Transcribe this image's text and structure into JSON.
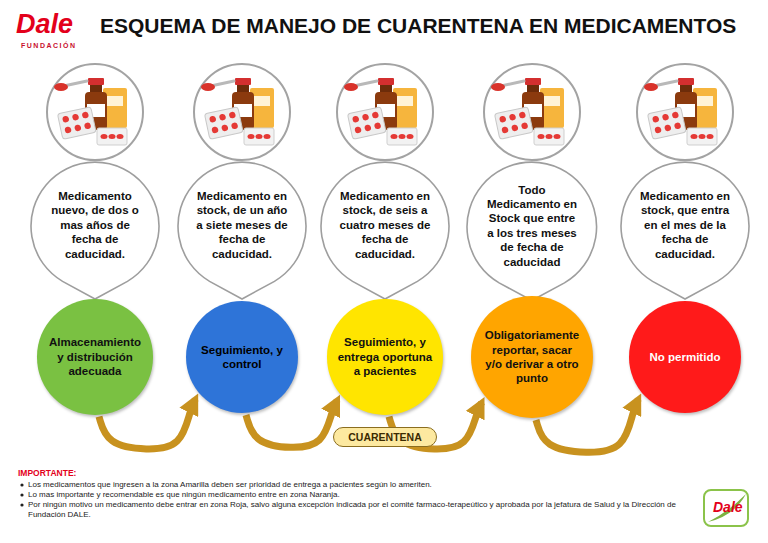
{
  "diagram": {
    "title": "ESQUEMA DE MANEJO DE CUARENTENA EN MEDICAMENTOS",
    "nodes": [
      {
        "text": [
          "Medicamento nuevo, de dos o mas años de fecha de caducidad."
        ]
      },
      {
        "text": [
          "Medicamento en stock, de un año a siete meses de fecha de caducidad."
        ]
      },
      {
        "text": [
          "Medicamento en stock, de seis a cuatro meses de fecha de caducidad."
        ]
      },
      {
        "text": [
          "Todo Medicamento en Stock que entre a los tres meses de fecha de caducidad"
        ]
      },
      {
        "text": [
          "Medicamento en stock, que entra en el mes de la fecha de caducidad."
        ]
      },
      {
        "text": [
          "Almacenamiento y distribución adecuada"
        ]
      },
      {
        "text": [
          "Seguimiento, y control"
        ]
      },
      {
        "text": [
          "Seguimiento, y entrega oportuna a pacientes"
        ]
      },
      {
        "text": [
          "Obligatoriamente reportar, sacar y/o derivar a otro punto"
        ]
      },
      {
        "text": [
          "No permitido"
        ]
      },
      {
        "text": [
          "CUARENTENA"
        ]
      }
    ],
    "edges": [
      {
        "from": 5,
        "to": 6,
        "arrow": "to"
      },
      {
        "from": 6,
        "to": 7,
        "arrow": "to"
      },
      {
        "from": 7,
        "to": 8,
        "arrow": "to"
      },
      {
        "from": 8,
        "to": 9,
        "arrow": "to"
      }
    ],
    "labels": [
      "Dale",
      "FUNDACIÓN",
      "IMPORTANTE:",
      "Los medicamentos que ingresen a la zona Amarilla deben ser prioridad de entrega a pacientes según lo ameriten.",
      "Lo mas importante y recomendable es que ningún medicamento entre en zona Naranja.",
      "Por ningún motivo un medicamento debe entrar en zona Roja, salvo alguna excepción indicada por el comité farmaco-terapeútico y aprobada por la jefatura de Salud y la Dirección de Fundación DALE.",
      "Dale"
    ]
  }
}
